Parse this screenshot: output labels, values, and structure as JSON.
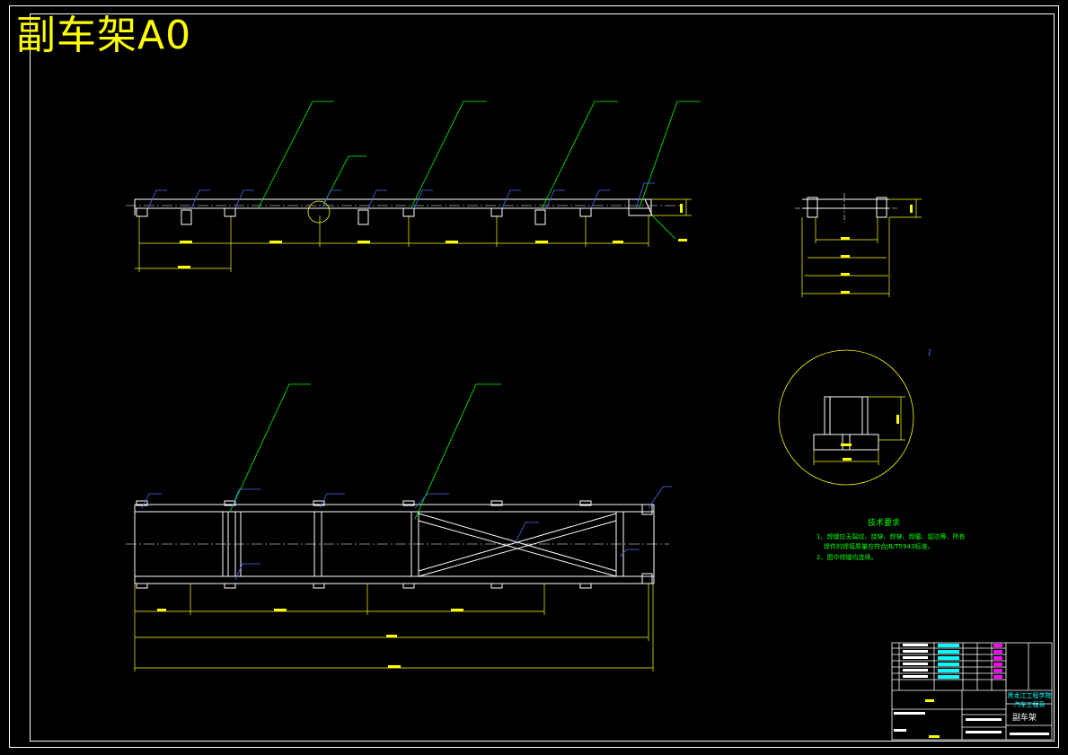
{
  "drawing": {
    "title": "副车架A0",
    "detail_label": "I",
    "technical_requirements": {
      "heading": "技术要求",
      "items": [
        "1、焊缝应无裂纹、烧穿、焊穿、焊瘤、弧坑等、所有",
        "焊件的焊接质量应符合JB/T5943标准。",
        "2、图中焊缝均连续。"
      ]
    },
    "title_block": {
      "part_name": "副车架",
      "organization": [
        "黑龙江工程学院",
        "汽车工程系"
      ]
    }
  },
  "colors": {
    "background": "#000000",
    "frame": "#ffffff",
    "leader": "#00ff00",
    "dimension": "#ffff00",
    "annotation": "#4a6cff",
    "centerline": "#ffffff",
    "title": "#ffff00",
    "title_block_accent": "#ff00ff"
  }
}
